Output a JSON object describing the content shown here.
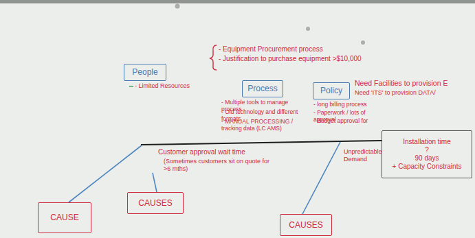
{
  "diagram": {
    "nodes": [
      {
        "text": [
          "People"
        ]
      },
      {
        "text": [
          "Process"
        ]
      },
      {
        "text": [
          "Policy"
        ]
      },
      {
        "text": [
          "Installation time",
          "?",
          "90 days",
          "+ Capacity Constraints"
        ]
      },
      {
        "text": [
          "CAUSE"
        ]
      },
      {
        "text": [
          "CAUSES"
        ]
      },
      {
        "text": [
          "CAUSES"
        ]
      }
    ],
    "labels": [
      "- Equipment Procurement process",
      "- Justification to purchase equipment >$10,000",
      "- Limited Resources",
      "Need Facilities to provision E",
      "Need 'ITS' to provision DATA/",
      "- Multiple tools to manage process",
      "- Old technology and different formats",
      "- MANUAL PROCESSING / tracking data (LC AMS)",
      "- long billing process",
      "- Paperwork / lots of approval",
      "- Budget approval for",
      "Customer approval wait time",
      "(Sometimes customers sit on quote for >6 mths)",
      "Unpredictable Demand"
    ]
  }
}
